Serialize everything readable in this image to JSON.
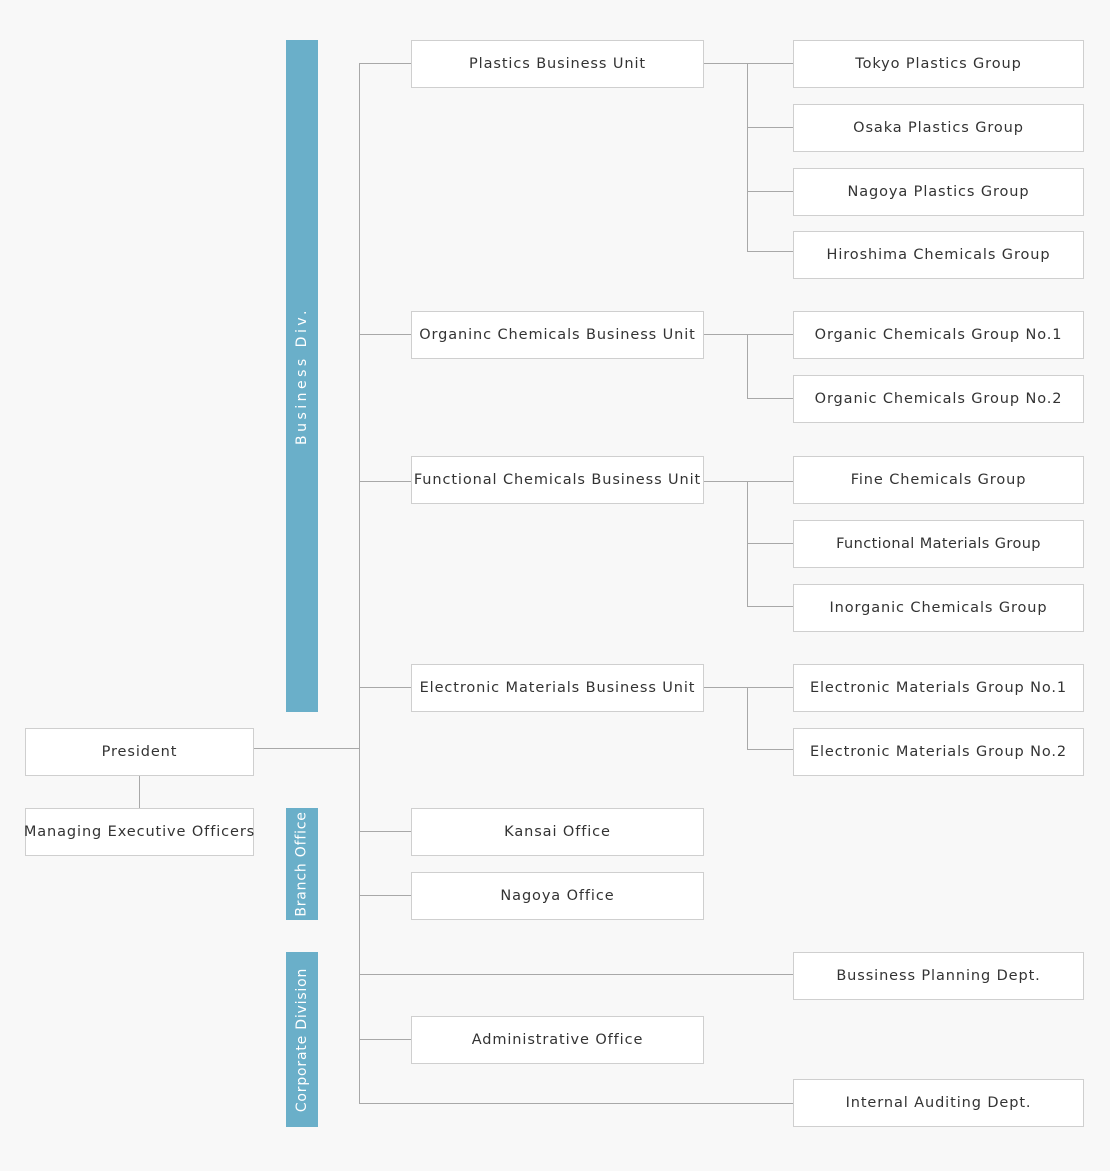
{
  "root": {
    "president": "President",
    "managing": "Managing Executive Officers"
  },
  "divisions": {
    "business": "Business Div.",
    "branch": "Branch Office",
    "corporate": "Corporate Division"
  },
  "units": {
    "plastics": "Plastics Business Unit",
    "organic": "Organinc Chemicals Business Unit",
    "functional": "Functional Chemicals Business Unit",
    "electronic": "Electronic Materials Business Unit",
    "kansai": "Kansai Office",
    "nagoya": "Nagoya Office",
    "admin": "Administrative Office"
  },
  "groups": {
    "tokyo": "Tokyo Plastics Group",
    "osaka": "Osaka Plastics Group",
    "nagoya": "Nagoya Plastics Group",
    "hiroshima": "Hiroshima Chemicals Group",
    "organic1": "Organic Chemicals Group No.1",
    "organic2": "Organic Chemicals Group No.2",
    "fine": "Fine Chemicals Group",
    "functional_materials": "Functional Materials Group",
    "inorganic": "Inorganic Chemicals Group",
    "electronic1": "Electronic Materials Group No.1",
    "electronic2": "Electronic Materials Group No.2",
    "planning": "Bussiness Planning Dept.",
    "auditing": "Internal Auditing Dept."
  },
  "colors": {
    "band": "#6aafc9",
    "line": "#a8a8a8",
    "border": "#cfcfcf",
    "background": "#f8f8f8"
  }
}
